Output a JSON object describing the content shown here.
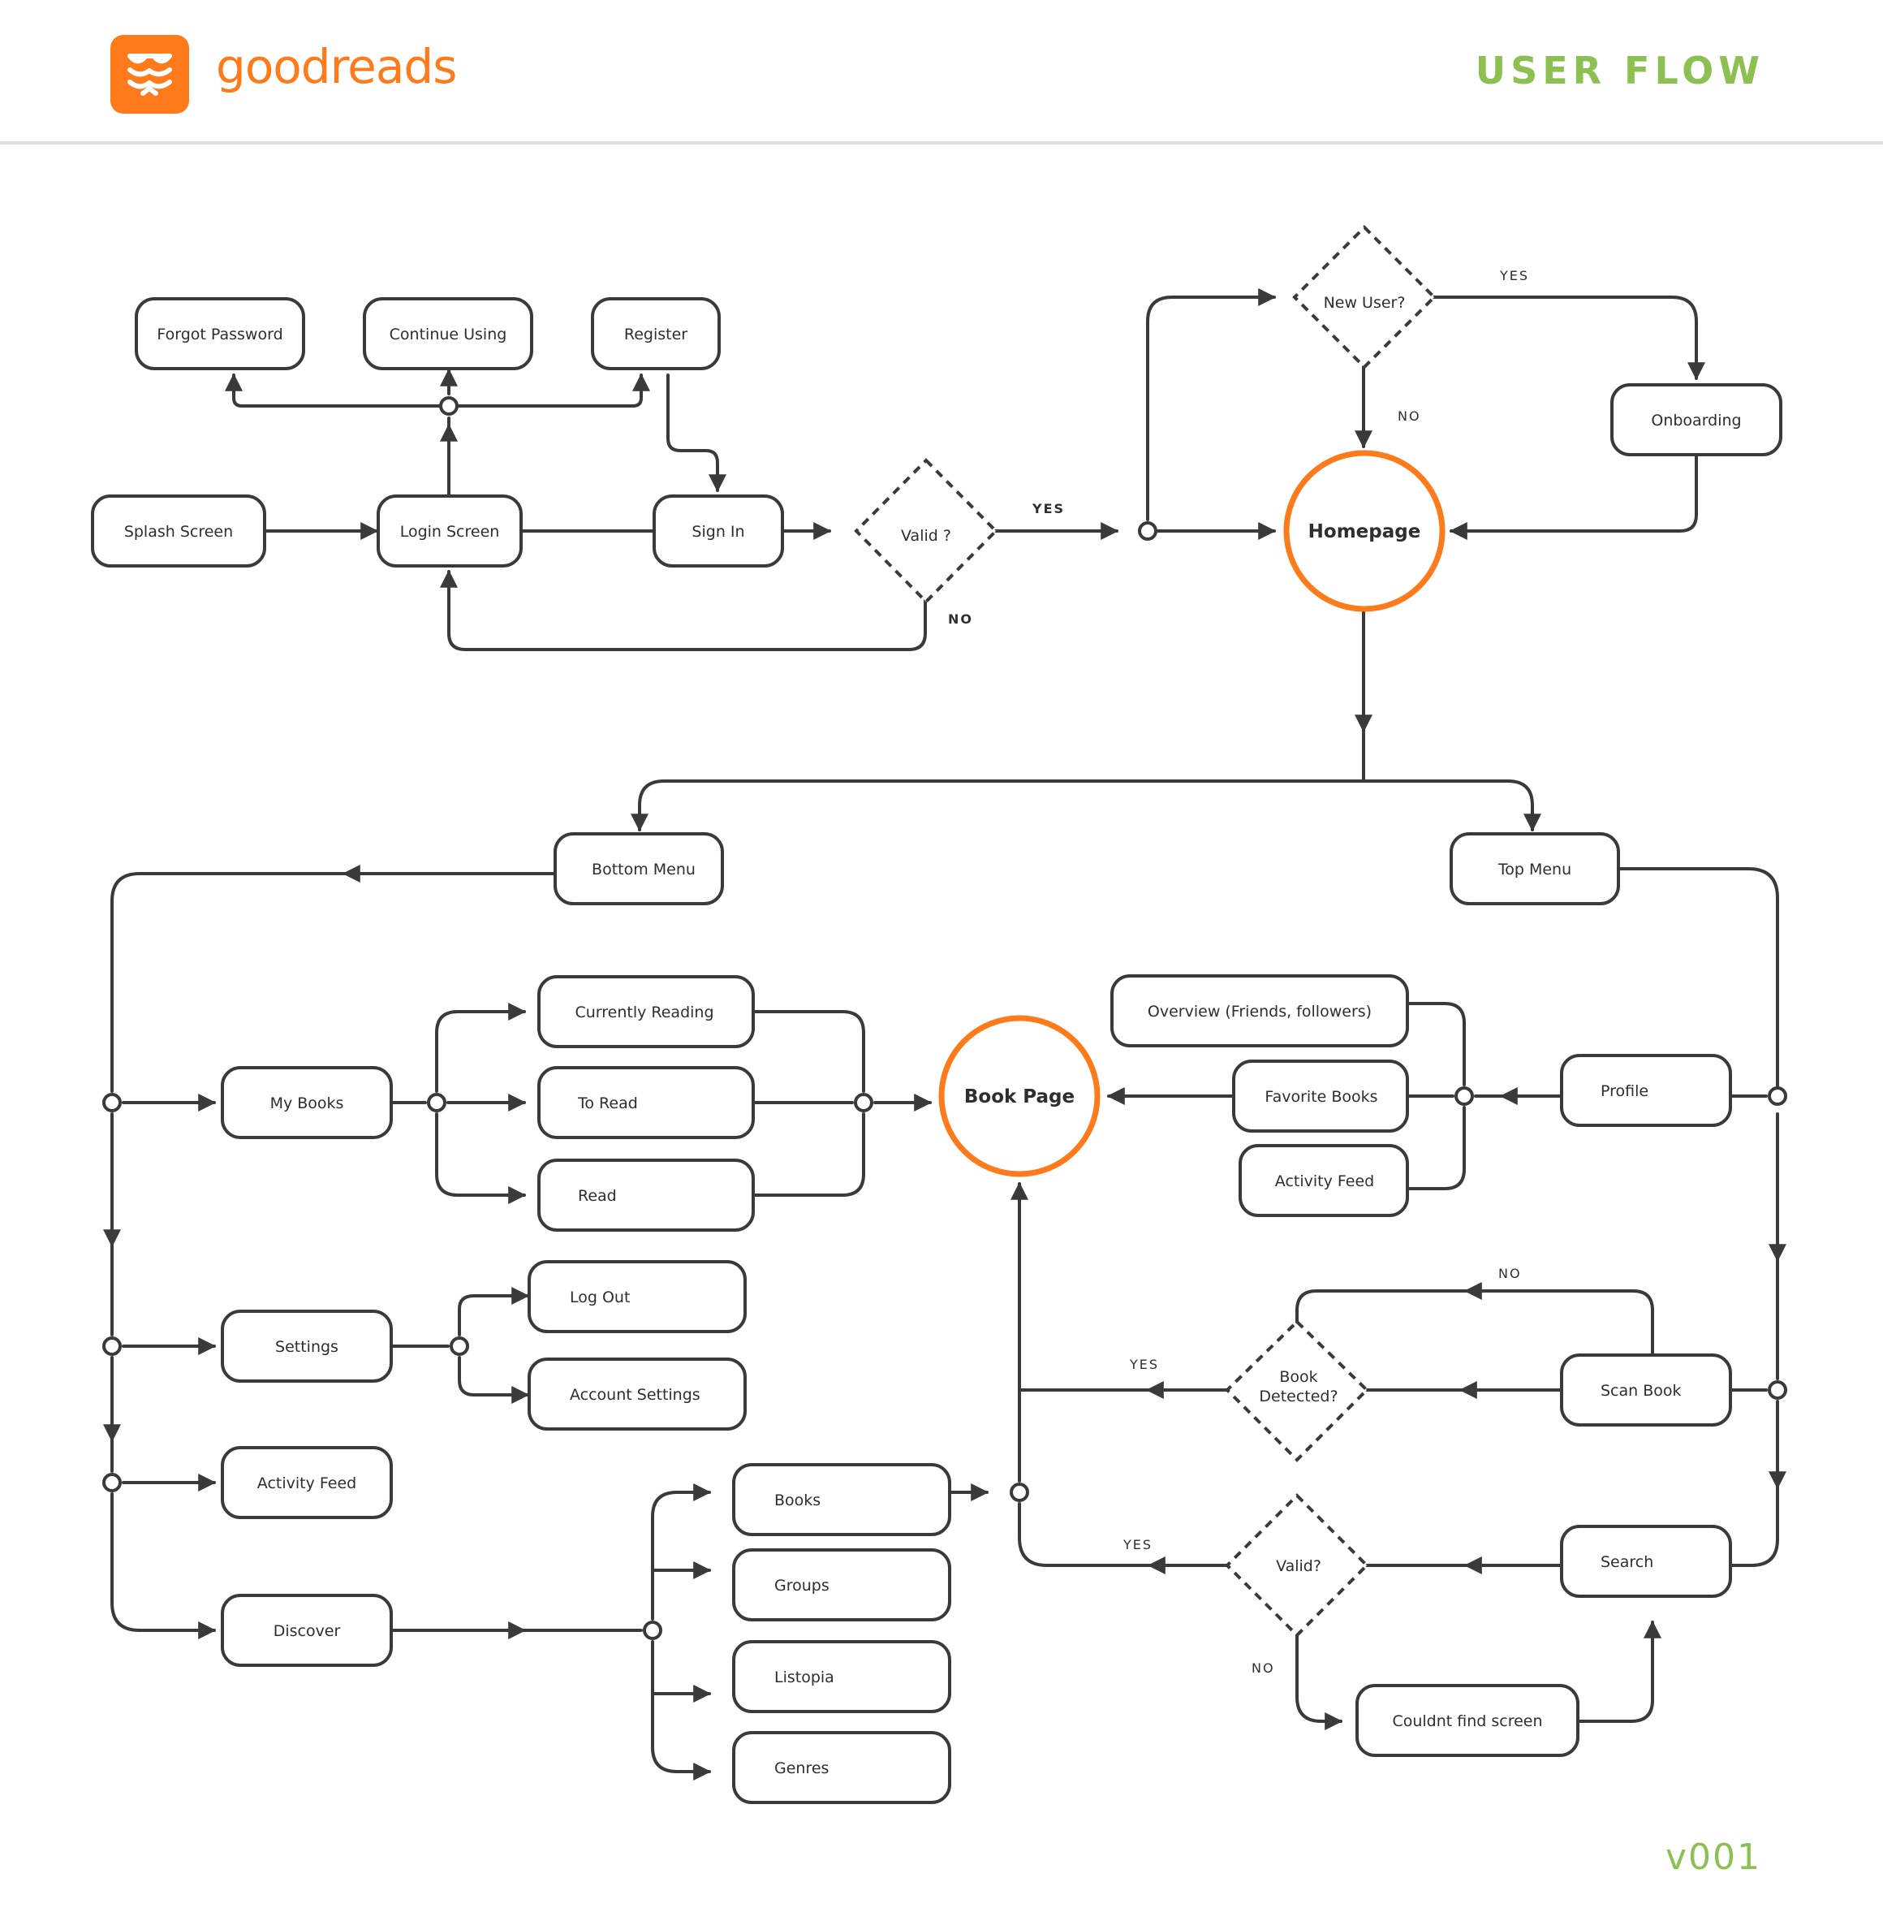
{
  "header": {
    "brand": "goodreads",
    "title": "USER FLOW",
    "logo_icon": "goodreads-logo-icon"
  },
  "footer": {
    "version": "v001"
  },
  "colors": {
    "accent": "#ff7a1a",
    "title_green": "#8cc152",
    "line": "#3a3a3a"
  },
  "nodes": {
    "forgot_password": "Forgot Password",
    "continue_using": "Continue Using",
    "register": "Register",
    "splash_screen": "Splash Screen",
    "login_screen": "Login Screen",
    "sign_in": "Sign In",
    "valid_login": "Valid ?",
    "new_user": "New User?",
    "onboarding": "Onboarding",
    "homepage": "Homepage",
    "bottom_menu": "Bottom Menu",
    "top_menu": "Top Menu",
    "currently_reading": "Currently Reading",
    "to_read": "To Read",
    "read": "Read",
    "my_books": "My Books",
    "book_page": "Book Page",
    "overview": "Overview (Friends, followers)",
    "favorite_books": "Favorite Books",
    "activity_feed_profile": "Activity Feed",
    "profile": "Profile",
    "settings": "Settings",
    "log_out": "Log Out",
    "account_settings": "Account Settings",
    "activity_feed": "Activity Feed",
    "discover": "Discover",
    "books": "Books",
    "groups": "Groups",
    "listopia": "Listopia",
    "genres": "Genres",
    "book_detected_line1": "Book",
    "book_detected_line2": "Detected?",
    "scan_book": "Scan Book",
    "valid_search": "Valid?",
    "search": "Search",
    "couldnt_find": "Couldnt find screen"
  },
  "edge_labels": {
    "valid_yes": "YES",
    "valid_no": "NO",
    "new_user_yes": "YES",
    "new_user_no": "NO",
    "scan_no": "NO",
    "scan_yes": "YES",
    "search_yes": "YES",
    "search_no": "NO"
  }
}
